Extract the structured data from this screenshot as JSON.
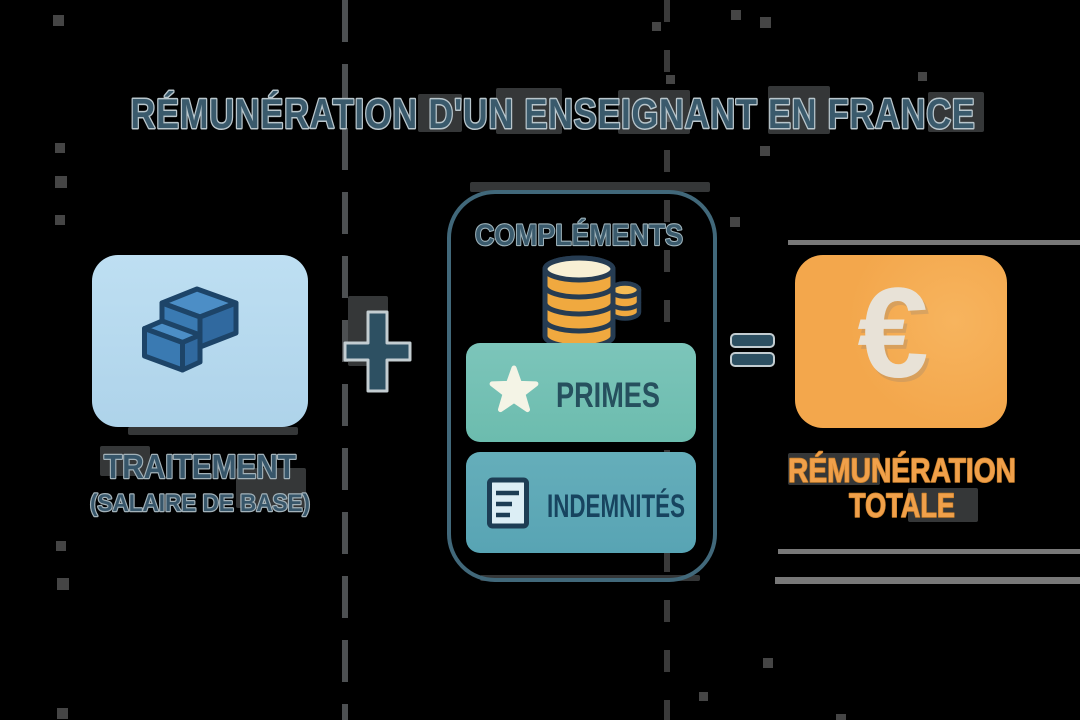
{
  "title": {
    "text": "RÉMUNÉRATION D'UN ENSEIGNANT EN FRANCE"
  },
  "left_card": {
    "label1": "TRAITEMENT",
    "label2": "(SALAIRE DE BASE)"
  },
  "operators": {
    "plus": "+",
    "equals": "="
  },
  "center_card": {
    "title": "COMPLÉMENTS",
    "items": [
      {
        "label": "PRIMES"
      },
      {
        "label": "INDEMNITÉS"
      }
    ]
  },
  "right_card": {
    "symbol": "€",
    "label1": "RÉMUNÉRATION",
    "label2": "TOTALE"
  },
  "colors": {
    "background": "#000000",
    "title_text": "#3a5a6c",
    "left_card_bg": "#b5d8ee",
    "icon_blue": "#3a7ab2",
    "operator": "#2d5062",
    "container_stroke": "#41687a",
    "primes_bg": "#72c0b4",
    "indemnites_bg": "#5ea9b8",
    "coin_orange": "#f0a93f",
    "coin_cream": "#f8f0d4",
    "right_card_bg": "#f3a74c",
    "euro": "#e8e2d7",
    "orange_label": "#f0a04a"
  }
}
